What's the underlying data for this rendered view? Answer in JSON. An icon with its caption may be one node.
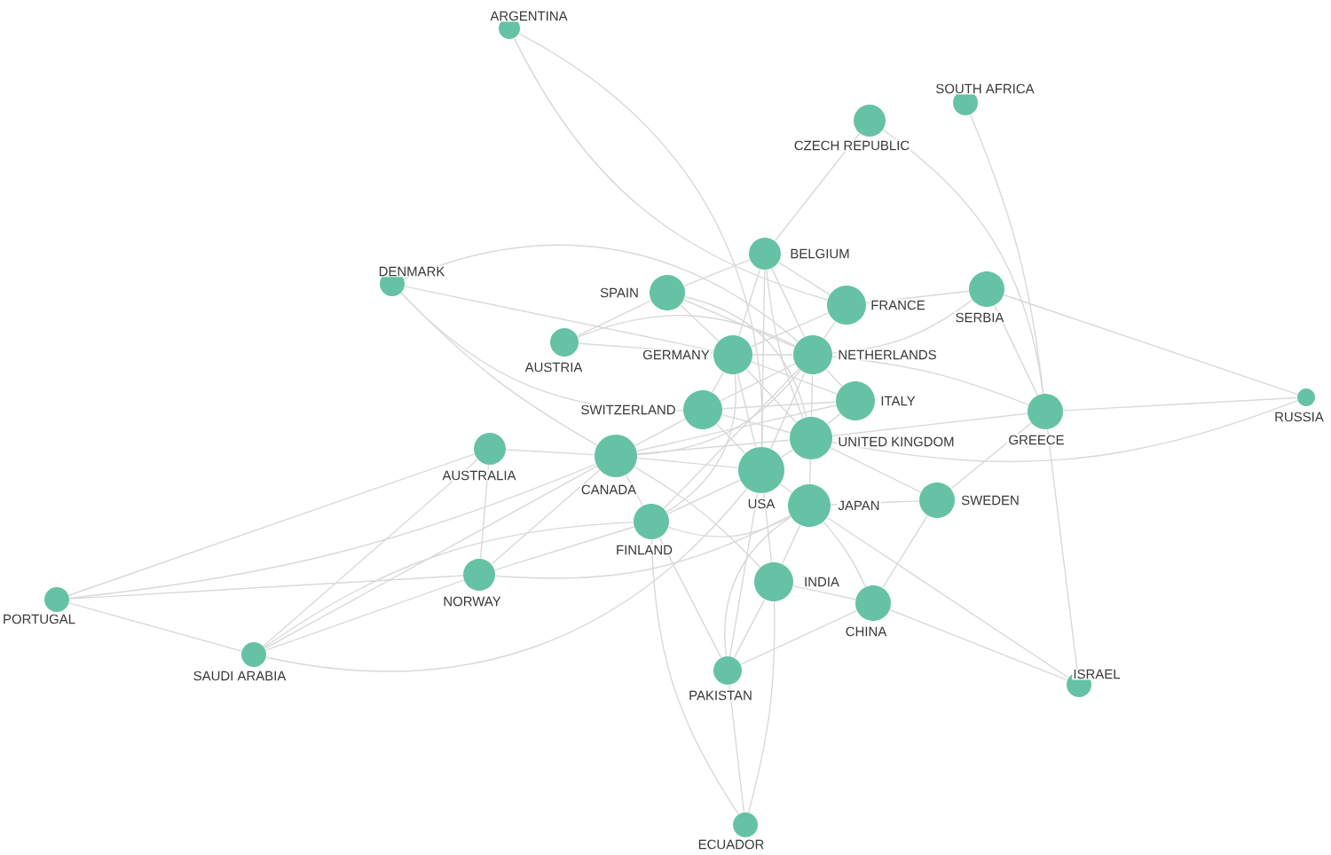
{
  "diagram": {
    "nodes": [
      {
        "text": [
          "ARGENTINA"
        ]
      },
      {
        "text": [
          "SOUTH AFRICA"
        ]
      },
      {
        "text": [
          "CZECH REPUBLIC"
        ]
      },
      {
        "text": [
          "BELGIUM"
        ]
      },
      {
        "text": [
          "DENMARK"
        ]
      },
      {
        "text": [
          "SPAIN"
        ]
      },
      {
        "text": [
          "FRANCE"
        ]
      },
      {
        "text": [
          "SERBIA"
        ]
      },
      {
        "text": [
          "AUSTRIA"
        ]
      },
      {
        "text": [
          "GERMANY"
        ]
      },
      {
        "text": [
          "NETHERLANDS"
        ]
      },
      {
        "text": [
          "ITALY"
        ]
      },
      {
        "text": [
          "GREECE"
        ]
      },
      {
        "text": [
          "RUSSIA"
        ]
      },
      {
        "text": [
          "SWITZERLAND"
        ]
      },
      {
        "text": [
          "UNITED KINGDOM"
        ]
      },
      {
        "text": [
          "AUSTRALIA"
        ]
      },
      {
        "text": [
          "CANADA"
        ]
      },
      {
        "text": [
          "USA"
        ]
      },
      {
        "text": [
          "JAPAN"
        ]
      },
      {
        "text": [
          "SWEDEN"
        ]
      },
      {
        "text": [
          "FINLAND"
        ]
      },
      {
        "text": [
          "NORWAY"
        ]
      },
      {
        "text": [
          "INDIA"
        ]
      },
      {
        "text": [
          "CHINA"
        ]
      },
      {
        "text": [
          "PORTUGAL"
        ]
      },
      {
        "text": [
          "SAUDI ARABIA"
        ]
      },
      {
        "text": [
          "PAKISTAN"
        ]
      },
      {
        "text": [
          "ISRAEL"
        ]
      },
      {
        "text": [
          "ECUADOR"
        ]
      }
    ],
    "edges": [
      {
        "from": 18,
        "to": 15,
        "arrow": "none"
      },
      {
        "from": 18,
        "to": 19,
        "arrow": "none"
      },
      {
        "from": 18,
        "to": 9,
        "arrow": "none"
      },
      {
        "from": 18,
        "to": 10,
        "arrow": "none"
      },
      {
        "from": 18,
        "to": 17,
        "arrow": "none"
      },
      {
        "from": 15,
        "to": 19,
        "arrow": "none"
      },
      {
        "from": 15,
        "to": 9,
        "arrow": "none"
      },
      {
        "from": 15,
        "to": 10,
        "arrow": "none"
      },
      {
        "from": 15,
        "to": 17,
        "arrow": "none"
      },
      {
        "from": 9,
        "to": 10,
        "arrow": "none"
      },
      {
        "from": 10,
        "to": 17,
        "arrow": "none"
      },
      {
        "from": 18,
        "to": 3,
        "arrow": "none"
      },
      {
        "from": 18,
        "to": 14,
        "arrow": "none"
      },
      {
        "from": 18,
        "to": 21,
        "arrow": "none"
      },
      {
        "from": 18,
        "to": 23,
        "arrow": "none"
      },
      {
        "from": 15,
        "to": 3,
        "arrow": "none"
      },
      {
        "from": 15,
        "to": 5,
        "arrow": "none"
      },
      {
        "from": 15,
        "to": 11,
        "arrow": "none"
      },
      {
        "from": 15,
        "to": 12,
        "arrow": "none"
      },
      {
        "from": 15,
        "to": 14,
        "arrow": "none"
      },
      {
        "from": 15,
        "to": 20,
        "arrow": "none"
      },
      {
        "from": 19,
        "to": 20,
        "arrow": "none"
      },
      {
        "from": 19,
        "to": 21,
        "arrow": "none"
      },
      {
        "from": 19,
        "to": 22,
        "arrow": "none"
      },
      {
        "from": 19,
        "to": 23,
        "arrow": "none"
      },
      {
        "from": 19,
        "to": 24,
        "arrow": "none"
      },
      {
        "from": 9,
        "to": 3,
        "arrow": "none"
      },
      {
        "from": 9,
        "to": 5,
        "arrow": "none"
      },
      {
        "from": 9,
        "to": 6,
        "arrow": "none"
      },
      {
        "from": 9,
        "to": 8,
        "arrow": "none"
      },
      {
        "from": 9,
        "to": 11,
        "arrow": "none"
      },
      {
        "from": 9,
        "to": 14,
        "arrow": "none"
      },
      {
        "from": 9,
        "to": 21,
        "arrow": "none"
      },
      {
        "from": 10,
        "to": 3,
        "arrow": "none"
      },
      {
        "from": 10,
        "to": 5,
        "arrow": "none"
      },
      {
        "from": 10,
        "to": 6,
        "arrow": "none"
      },
      {
        "from": 10,
        "to": 7,
        "arrow": "none"
      },
      {
        "from": 10,
        "to": 8,
        "arrow": "none"
      },
      {
        "from": 10,
        "to": 11,
        "arrow": "none"
      },
      {
        "from": 10,
        "to": 12,
        "arrow": "none"
      },
      {
        "from": 10,
        "to": 14,
        "arrow": "none"
      },
      {
        "from": 10,
        "to": 21,
        "arrow": "none"
      },
      {
        "from": 17,
        "to": 11,
        "arrow": "none"
      },
      {
        "from": 17,
        "to": 14,
        "arrow": "none"
      },
      {
        "from": 17,
        "to": 16,
        "arrow": "none"
      },
      {
        "from": 17,
        "to": 21,
        "arrow": "none"
      },
      {
        "from": 17,
        "to": 22,
        "arrow": "none"
      },
      {
        "from": 17,
        "to": 23,
        "arrow": "none"
      },
      {
        "from": 11,
        "to": 14,
        "arrow": "none"
      },
      {
        "from": 3,
        "to": 5,
        "arrow": "none"
      },
      {
        "from": 5,
        "to": 8,
        "arrow": "none"
      },
      {
        "from": 22,
        "to": 21,
        "arrow": "none"
      },
      {
        "from": 16,
        "to": 22,
        "arrow": "none"
      },
      {
        "from": 24,
        "to": 20,
        "arrow": "none"
      },
      {
        "from": 23,
        "to": 24,
        "arrow": "none"
      },
      {
        "from": 12,
        "to": 20,
        "arrow": "none"
      },
      {
        "from": 12,
        "to": 7,
        "arrow": "none"
      },
      {
        "from": 7,
        "to": 6,
        "arrow": "none"
      },
      {
        "from": 3,
        "to": 6,
        "arrow": "none"
      },
      {
        "from": 0,
        "to": 6,
        "arrow": "none"
      },
      {
        "from": 0,
        "to": 18,
        "arrow": "none"
      },
      {
        "from": 1,
        "to": 12,
        "arrow": "none"
      },
      {
        "from": 2,
        "to": 12,
        "arrow": "none"
      },
      {
        "from": 2,
        "to": 3,
        "arrow": "none"
      },
      {
        "from": 4,
        "to": 14,
        "arrow": "none"
      },
      {
        "from": 4,
        "to": 10,
        "arrow": "none"
      },
      {
        "from": 4,
        "to": 17,
        "arrow": "none"
      },
      {
        "from": 4,
        "to": 9,
        "arrow": "none"
      },
      {
        "from": 25,
        "to": 17,
        "arrow": "none"
      },
      {
        "from": 25,
        "to": 22,
        "arrow": "none"
      },
      {
        "from": 25,
        "to": 26,
        "arrow": "none"
      },
      {
        "from": 25,
        "to": 16,
        "arrow": "none"
      },
      {
        "from": 26,
        "to": 16,
        "arrow": "none"
      },
      {
        "from": 26,
        "to": 17,
        "arrow": "none"
      },
      {
        "from": 26,
        "to": 18,
        "arrow": "none"
      },
      {
        "from": 26,
        "to": 22,
        "arrow": "none"
      },
      {
        "from": 26,
        "to": 21,
        "arrow": "none"
      },
      {
        "from": 13,
        "to": 7,
        "arrow": "none"
      },
      {
        "from": 13,
        "to": 12,
        "arrow": "none"
      },
      {
        "from": 13,
        "to": 15,
        "arrow": "none"
      },
      {
        "from": 28,
        "to": 12,
        "arrow": "none"
      },
      {
        "from": 28,
        "to": 19,
        "arrow": "none"
      },
      {
        "from": 28,
        "to": 24,
        "arrow": "none"
      },
      {
        "from": 29,
        "to": 23,
        "arrow": "none"
      },
      {
        "from": 29,
        "to": 27,
        "arrow": "none"
      },
      {
        "from": 29,
        "to": 21,
        "arrow": "none"
      },
      {
        "from": 27,
        "to": 18,
        "arrow": "none"
      },
      {
        "from": 27,
        "to": 19,
        "arrow": "none"
      },
      {
        "from": 27,
        "to": 24,
        "arrow": "none"
      },
      {
        "from": 27,
        "to": 23,
        "arrow": "none"
      },
      {
        "from": 27,
        "to": 21,
        "arrow": "none"
      }
    ]
  }
}
